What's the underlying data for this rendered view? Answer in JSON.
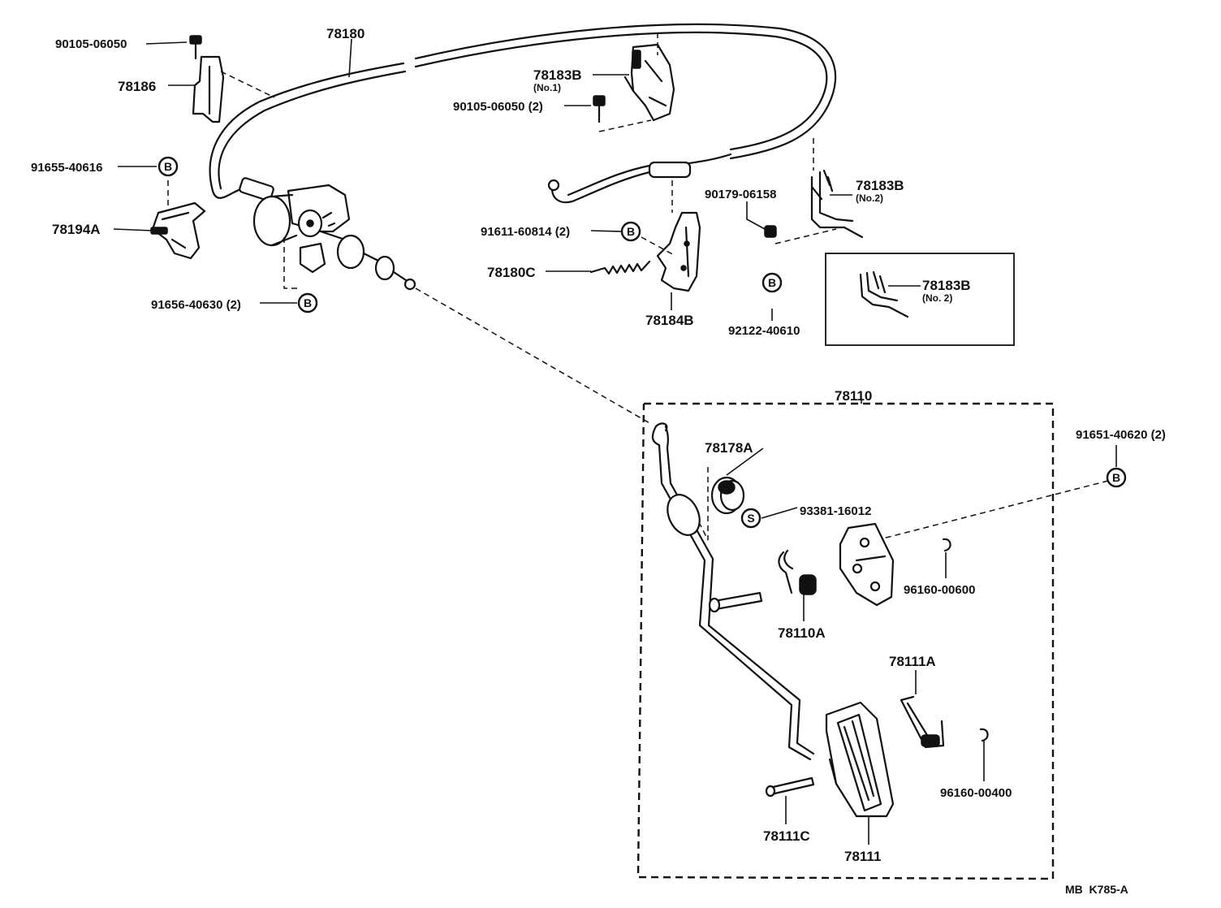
{
  "labels": {
    "p78180": "78180",
    "p90105_top": "90105-06050",
    "p78186": "78186",
    "p78183B_1": "78183B",
    "p78183B_1_sub": "(No.1)",
    "p90105_2": "90105-06050 (2)",
    "p91655": "91655-40616",
    "p78194A": "78194A",
    "p90179": "90179-06158",
    "p78183B_2": "78183B",
    "p78183B_2_sub": "(No.2)",
    "p91611": "91611-60814 (2)",
    "p78180C": "78180C",
    "p91656": "91656-40630 (2)",
    "p78184B": "78184B",
    "p92122": "92122-40610",
    "p78183B_3": "78183B",
    "p78183B_3_sub": "(No. 2)",
    "p78110": "78110",
    "p91651": "91651-40620 (2)",
    "p78178A": "78178A",
    "p93381": "93381-16012",
    "p96160_600": "96160-00600",
    "p78110A": "78110A",
    "p78111A": "78111A",
    "p96160_400": "96160-00400",
    "p78111C": "78111C",
    "p78111": "78111",
    "code": "MB  K785-A"
  },
  "badges": {
    "b": "B",
    "s": "S"
  }
}
